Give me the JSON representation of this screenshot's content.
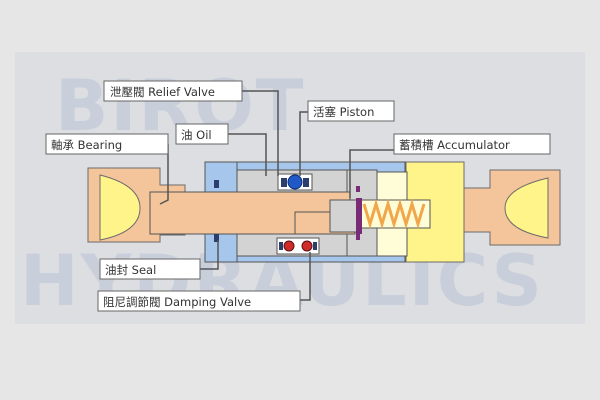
{
  "watermark": {
    "line1": "BIROT",
    "line2": "HYDRAULICS"
  },
  "labels": {
    "relief_valve": "泄壓閥 Relief Valve",
    "piston": "活塞 Piston",
    "oil": "油 Oil",
    "accumulator": "蓄積槽 Accumulator",
    "bearing": "軸承 Bearing",
    "seal": "油封 Seal",
    "damping_valve": "阻尼調節閥 Damping Valve"
  },
  "colors": {
    "background": "#e6e6e6",
    "cylinder_body": "#a7c6eb",
    "rod": "#f4c59a",
    "oil": "#d3d3d3",
    "accumulator_gas": "#fffdd8",
    "end_cap_yellow": "#fff48a",
    "spring": "#f2a64a",
    "seal_dark": "#2d3e6e",
    "accent_purple": "#7a2b77",
    "relief_valve_blue": "#2058c8",
    "damping_valve_red": "#d12a2a"
  }
}
